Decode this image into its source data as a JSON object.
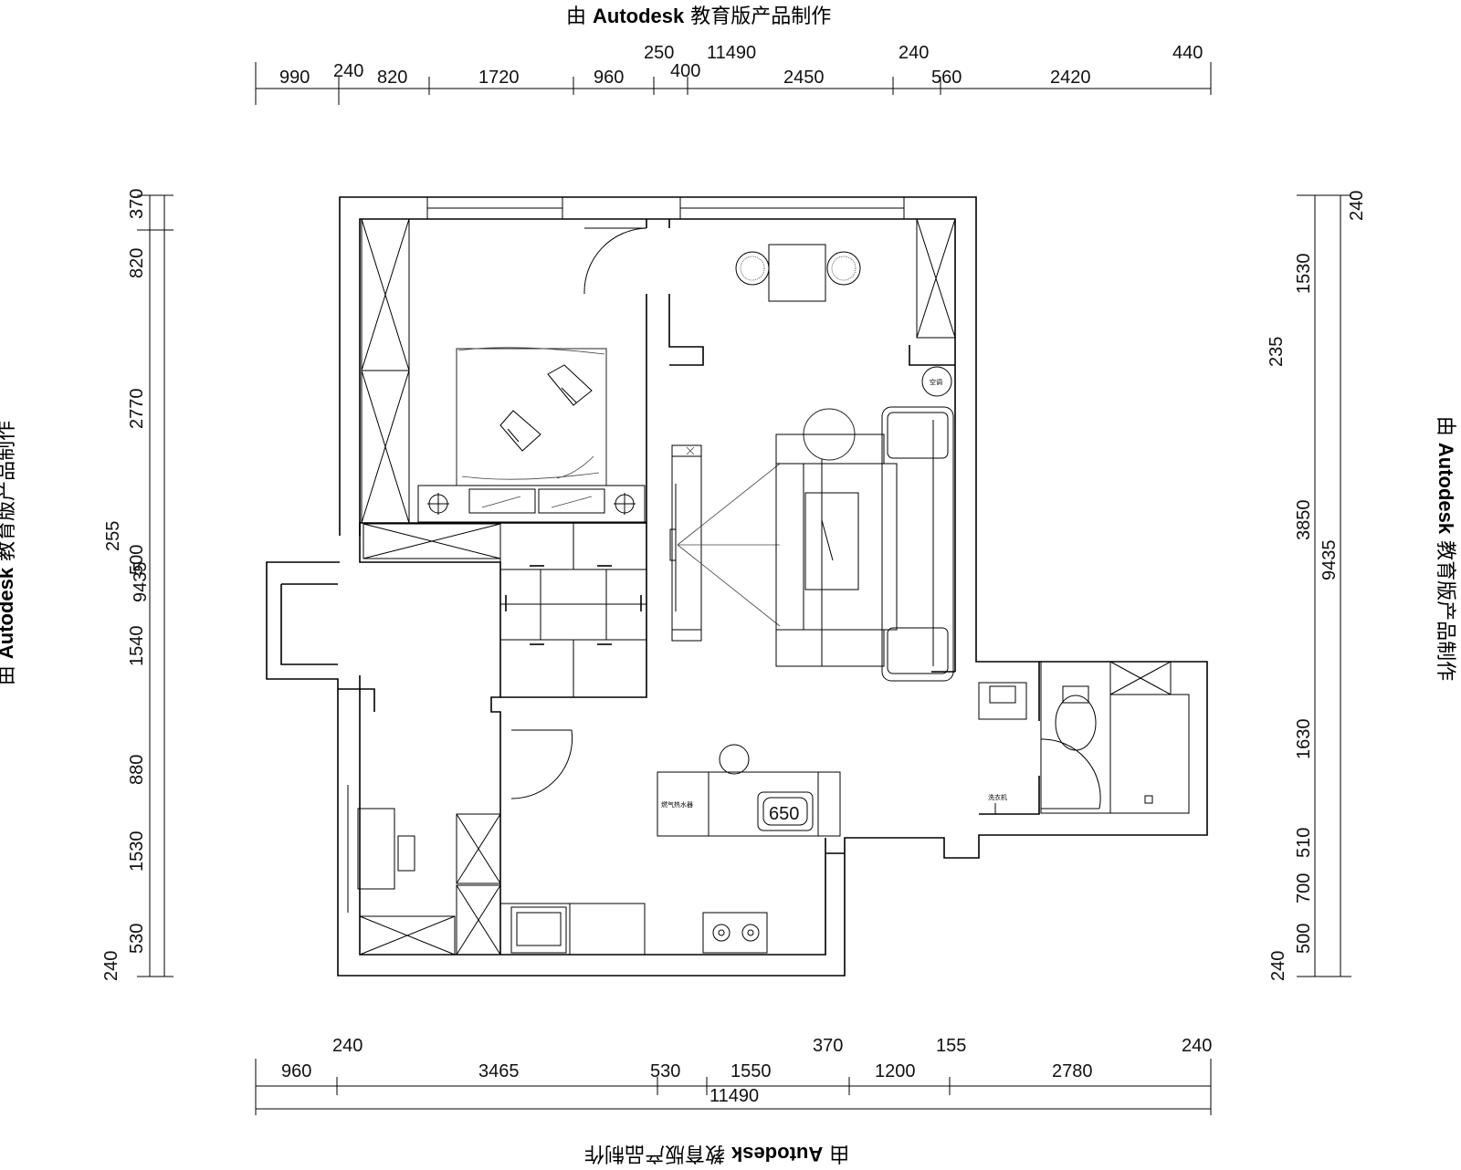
{
  "watermark": {
    "prefix": "由",
    "brand": "Autodesk",
    "suffix": "教育版产品制作"
  },
  "dimensions": {
    "top_row1": [
      "250",
      "11490",
      "240",
      "440"
    ],
    "top_row2": [
      "990",
      "240",
      "820",
      "1720",
      "960",
      "400",
      "2450",
      "560",
      "2420"
    ],
    "left": [
      "370",
      "820",
      "2770",
      "255",
      "500",
      "9435",
      "1540",
      "880",
      "1530",
      "530",
      "240"
    ],
    "right": [
      "240",
      "1530",
      "235",
      "3850",
      "9435",
      "1630",
      "510",
      "700",
      "500",
      "240"
    ],
    "bottom_row1": [
      "240",
      "370",
      "155",
      "240"
    ],
    "bottom_row2": [
      "960",
      "3465",
      "530",
      "1550",
      "1200",
      "2780"
    ],
    "bottom_total": "11490"
  },
  "labels": {
    "sink_size": "650",
    "aircon": "空调",
    "washer": "洗衣机",
    "water_heater": "燃气热水器"
  },
  "colors": {
    "line": "#000000",
    "background": "#ffffff"
  }
}
